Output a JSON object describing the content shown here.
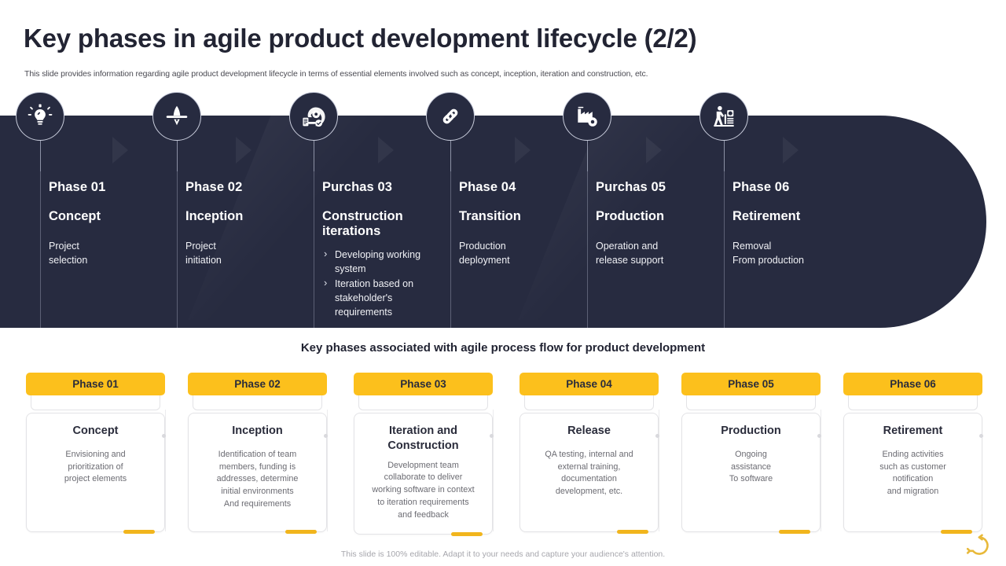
{
  "header": {
    "title": "Key phases in agile product development lifecycle (2/2)",
    "subtitle": "This slide provides information regarding agile product development lifecycle in terms of essential elements involved such as concept, inception, iteration and construction, etc."
  },
  "colors": {
    "dark_panel": "#272b40",
    "accent_yellow": "#fcc01c",
    "card_accent": "#f1b51d",
    "title_text": "#222433",
    "body_text": "#6b6b72"
  },
  "timeline": {
    "phases": [
      {
        "number": "Phase 01",
        "name": "Concept",
        "desc": "Project\nselection",
        "bullets": [],
        "icon": "lightbulb-idea-icon"
      },
      {
        "number": "Phase 02",
        "name": "Inception",
        "desc": "Project\ninitiation",
        "bullets": [],
        "icon": "rocket-launch-icon"
      },
      {
        "number": "Purchas 03",
        "name": "Construction iterations",
        "desc": "",
        "bullets": [
          "Developing working system",
          "Iteration based on stakeholder's requirements"
        ],
        "icon": "gear-document-process-icon"
      },
      {
        "number": "Phase 04",
        "name": "Transition",
        "desc": "Production\ndeployment",
        "bullets": [],
        "icon": "chain-link-icon"
      },
      {
        "number": "Purchas 05",
        "name": "Production",
        "desc": "Operation and\nrelease support",
        "bullets": [],
        "icon": "factory-gear-icon"
      },
      {
        "number": "Phase 06",
        "name": "Retirement",
        "desc": "Removal\nFrom production",
        "bullets": [],
        "icon": "person-worker-icon"
      }
    ]
  },
  "section": {
    "heading": "Key phases associated with agile process flow for product development"
  },
  "cards": [
    {
      "tab": "Phase 01",
      "title": "Concept",
      "text": "Envisioning and\nprioritization of\nproject elements"
    },
    {
      "tab": "Phase 02",
      "title": "Inception",
      "text": "Identification of team\nmembers, funding is\naddresses, determine\ninitial environments\nAnd requirements"
    },
    {
      "tab": "Phase 03",
      "title": "Iteration and Construction",
      "text": "Development team\ncollaborate to deliver\nworking software in context\nto iteration requirements\nand feedback"
    },
    {
      "tab": "Phase 04",
      "title": "Release",
      "text": "QA testing, internal and\nexternal training,\ndocumentation\ndevelopment,  etc."
    },
    {
      "tab": "Phase 05",
      "title": "Production",
      "text": "Ongoing\nassistance\nTo software"
    },
    {
      "tab": "Phase 06",
      "title": "Retirement",
      "text": "Ending activities\nsuch as customer\nnotification\nand migration"
    }
  ],
  "footer": {
    "note": "This slide is 100% editable. Adapt it to your needs and capture your audience's attention.",
    "logo_icon": "circular-arrow-logo"
  }
}
